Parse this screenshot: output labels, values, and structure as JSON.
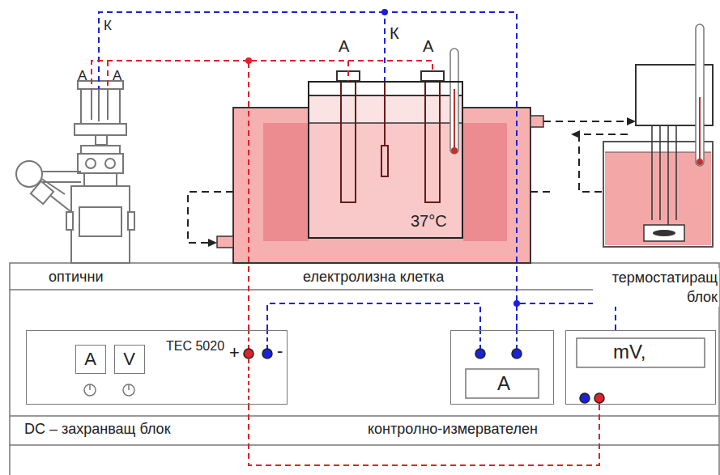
{
  "diagram": {
    "nodes": [
      {
        "text": [
          "37°C"
        ]
      },
      {
        "text": [
          "TEC 5020",
          "+",
          "-"
        ]
      },
      {
        "text": [
          "A"
        ],
        "in": 1
      },
      {
        "text": [
          "V"
        ],
        "in": 1
      },
      {
        "text": [
          "A"
        ]
      },
      {
        "text": [
          "mV,"
        ]
      }
    ],
    "edges": [
      {
        "from": 1,
        "to": 4,
        "arrow": "none"
      },
      {
        "from": 4,
        "to": 0,
        "arrow": "none"
      },
      {
        "from": 1,
        "to": 0,
        "arrow": "none"
      },
      {
        "from": 5,
        "to": 1,
        "arrow": "none"
      },
      {
        "from": 5,
        "to": 4,
        "arrow": "none"
      }
    ],
    "labels": [
      "К",
      "А",
      "А",
      "А",
      "К",
      "А",
      "оптични",
      "електролизна клетка",
      "термостатиращ блок",
      "DC – захранващ блок",
      "контролно-измервателен"
    ]
  }
}
